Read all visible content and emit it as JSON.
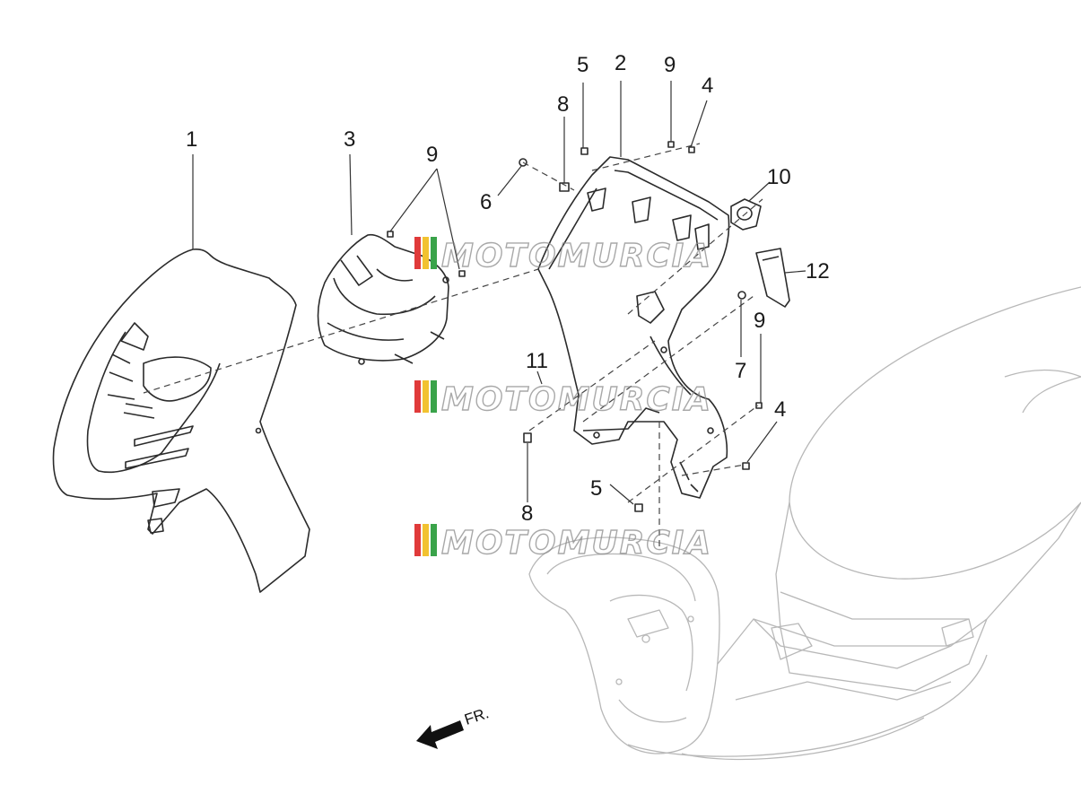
{
  "diagram": {
    "callouts": [
      "1",
      "2",
      "3",
      "4",
      "4",
      "5",
      "5",
      "6",
      "7",
      "8",
      "8",
      "9",
      "9",
      "9",
      "10",
      "11",
      "12"
    ],
    "direction_label": "FR.",
    "watermark": "MOTOMURCIA",
    "watermark_colors": [
      "#e03a3a",
      "#f2c230",
      "#3aa34a",
      "#8a8a8a"
    ]
  }
}
